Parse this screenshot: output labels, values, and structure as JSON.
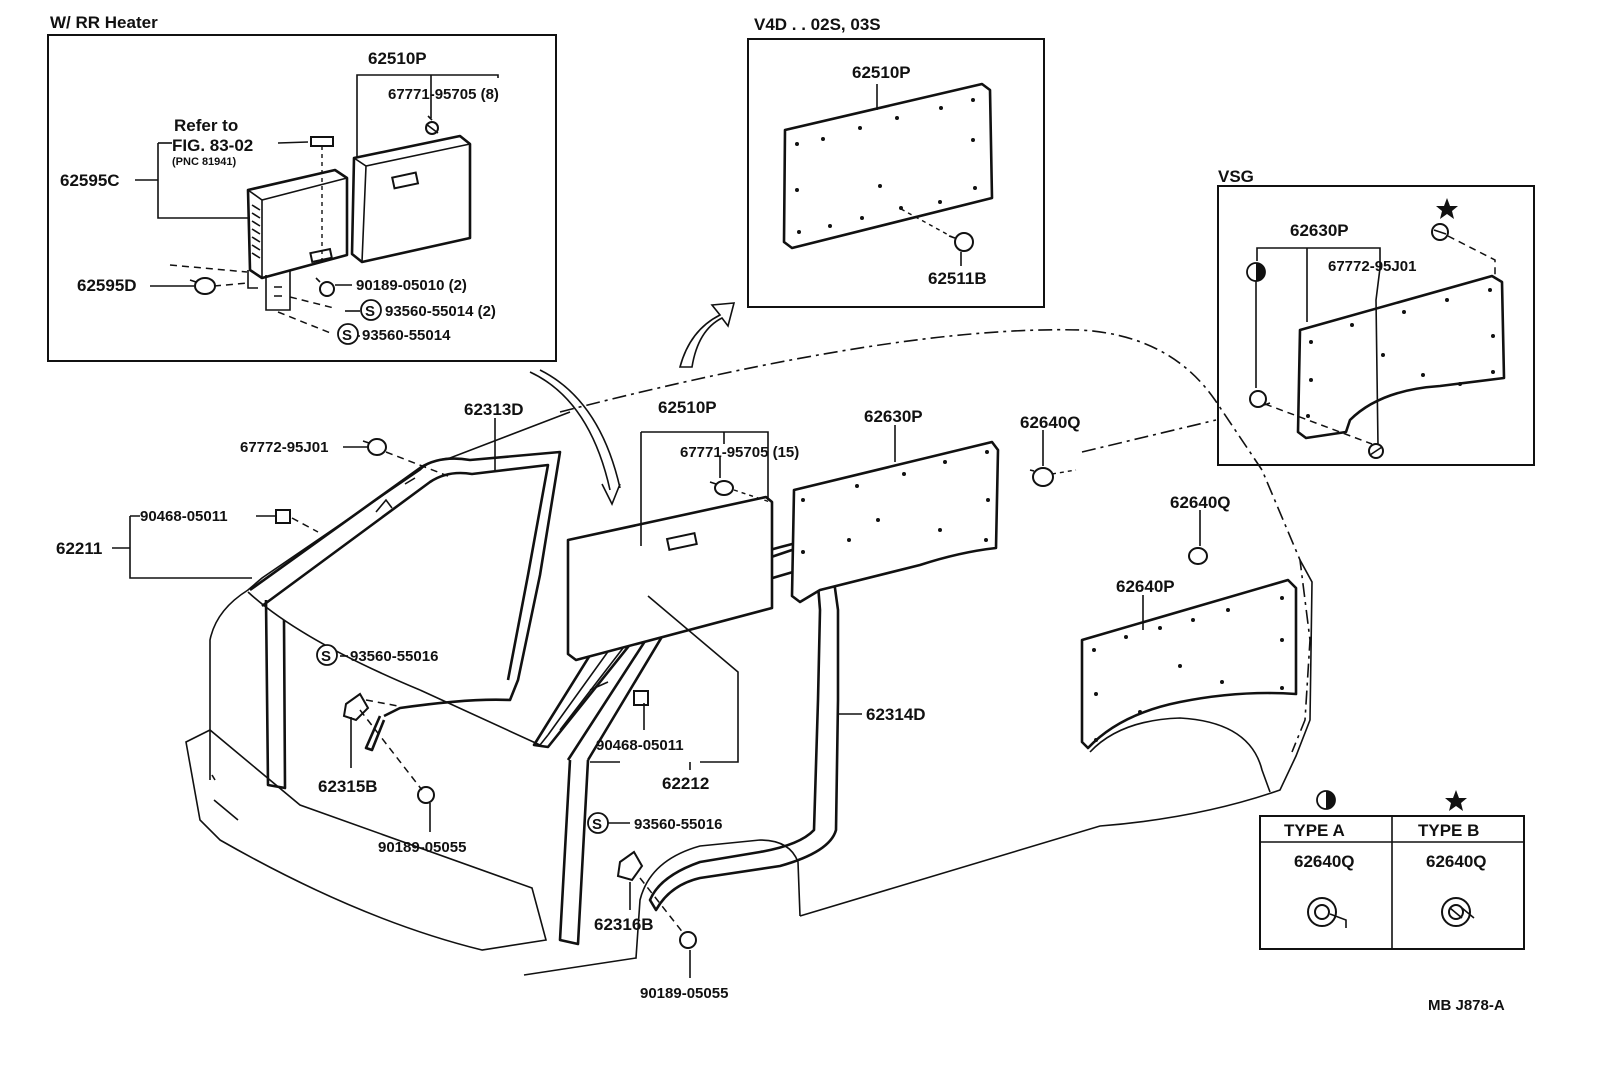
{
  "insets": {
    "rr_heater": {
      "title": "W/ RR Heater"
    },
    "v4d": {
      "title": "V4D . . 02S, 03S"
    },
    "vsg": {
      "title": "VSG"
    }
  },
  "labels": {
    "l62510p_a": "62510P",
    "l67771_95705_8": "67771-95705 (8)",
    "l_refer_to": "Refer to",
    "l_fig": "FIG. 83-02",
    "l_pnc": "(PNC 81941)",
    "l62595c": "62595C",
    "l62595d": "62595D",
    "l90189_05010": "90189-05010 (2)",
    "l93560_55014_2": "93560-55014 (2)",
    "l93560_55014": "93560-55014",
    "l62510p_b": "62510P",
    "l62511b": "62511B",
    "l62630p_vsg": "62630P",
    "l67772_95j01_vsg": "67772-95J01",
    "l62313d": "62313D",
    "l67772_95j01": "67772-95J01",
    "l90468_05011_a": "90468-05011",
    "l62211": "62211",
    "l93560_55016_a": "93560-55016",
    "l62315b": "62315B",
    "l90189_05055_a": "90189-05055",
    "l62510p_c": "62510P",
    "l67771_95705_15": "67771-95705 (15)",
    "l90468_05011_b": "90468-05011",
    "l62212": "62212",
    "l62314d": "62314D",
    "l93560_55016_b": "93560-55016",
    "l62316b": "62316B",
    "l90189_05055_b": "90189-05055",
    "l62630p": "62630P",
    "l62640q_a": "62640Q",
    "l62640q_b": "62640Q",
    "l62640p": "62640P",
    "l_code": "MB J878-A"
  },
  "clip_symbol": "S",
  "type_table": {
    "a": {
      "header": "TYPE A",
      "part": "62640Q",
      "symbol": "half-circle-symbol"
    },
    "b": {
      "header": "TYPE B",
      "part": "62640Q",
      "symbol": "star-symbol"
    }
  }
}
